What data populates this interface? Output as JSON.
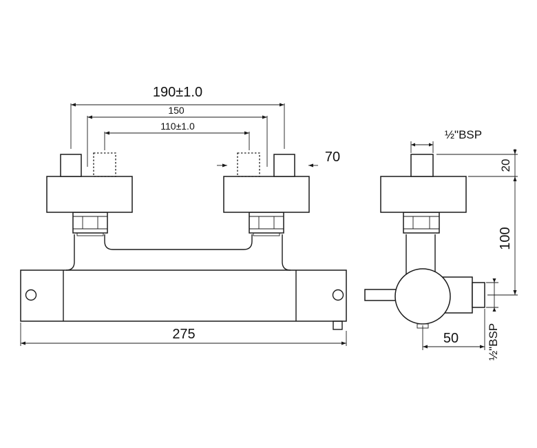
{
  "front_view": {
    "dim_outer_spacing": "190±1.0",
    "dim_mid_spacing": "150",
    "dim_inner_spacing": "110±1.0",
    "dim_head_offset": "70",
    "dim_overall_length": "275"
  },
  "side_view": {
    "dim_top_thread": "½\"BSP",
    "dim_top_height": "20",
    "dim_total_height": "100",
    "dim_projection": "50",
    "dim_bottom_thread": "½\"BSP"
  },
  "colors": {
    "line": "#1a1a1a",
    "background": "#ffffff"
  }
}
